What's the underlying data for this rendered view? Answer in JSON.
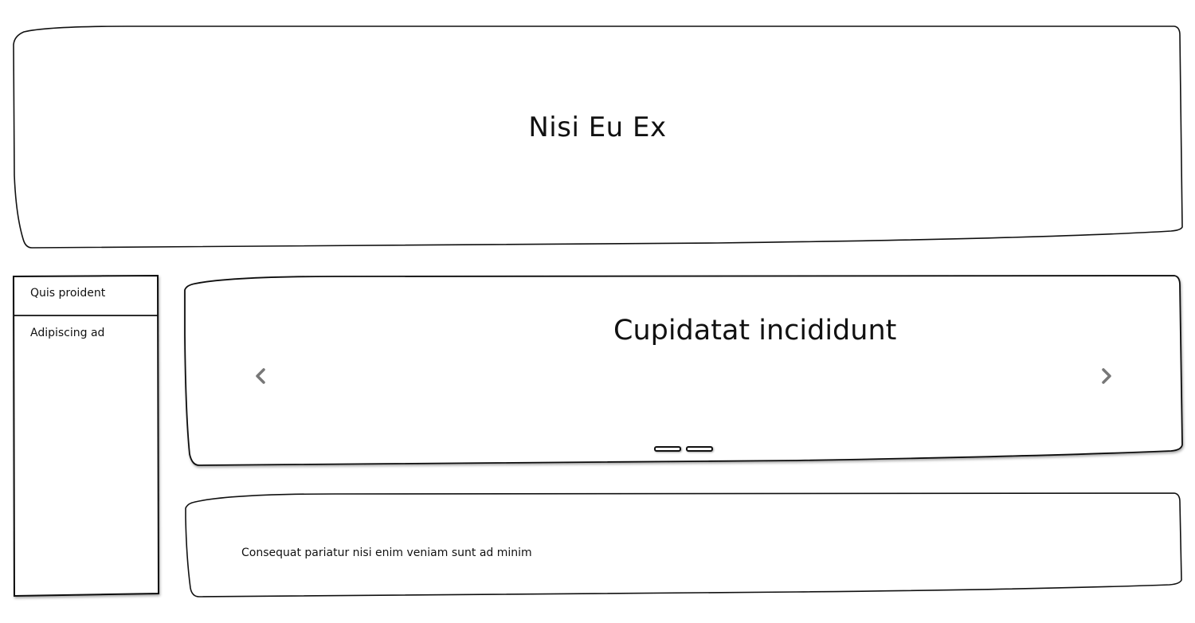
{
  "header": {
    "title": "Nisi Eu Ex"
  },
  "sidebar": {
    "items": [
      {
        "label": "Quis proident"
      },
      {
        "label": "Adipiscing ad"
      }
    ]
  },
  "carousel": {
    "slide_title": "Cupidatat incididunt",
    "prev_icon": "chevron-left-icon",
    "next_icon": "chevron-right-icon",
    "indicator_count": 2
  },
  "content": {
    "text": "Consequat pariatur nisi enim veniam sunt ad minim"
  },
  "colors": {
    "stroke": "#111111",
    "arrow": "#777777",
    "background": "#ffffff"
  }
}
